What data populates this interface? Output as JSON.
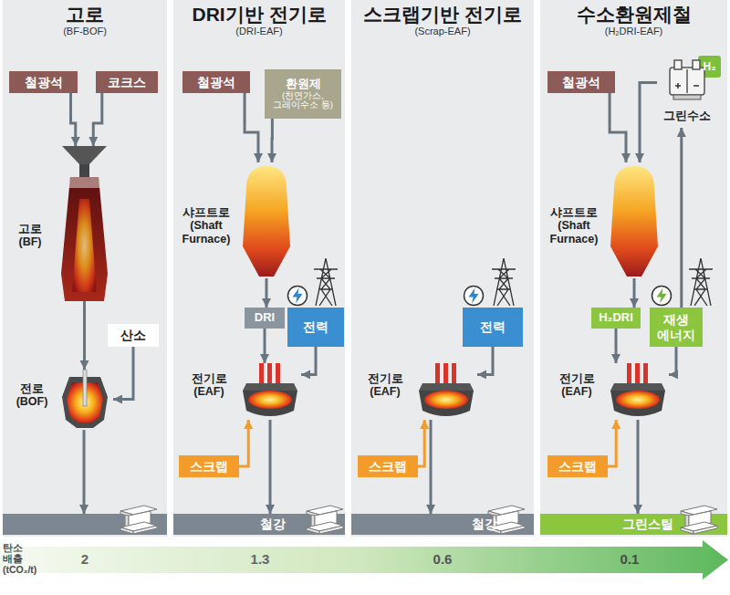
{
  "diagram": {
    "nodes": [
      {
        "text": [
          "고로",
          "(BF-BOF)"
        ]
      },
      {
        "text": [
          "철광석"
        ],
        "in": 0
      },
      {
        "text": [
          "코크스"
        ],
        "in": 0
      },
      {
        "text": [
          "고로 (BF)"
        ],
        "in": 0
      },
      {
        "text": [
          "산소"
        ],
        "in": 0
      },
      {
        "text": [
          "전로 (BOF)"
        ],
        "in": 0
      },
      {
        "text": [
          "DRI기반 전기로",
          "(DRI-EAF)"
        ]
      },
      {
        "text": [
          "철광석"
        ],
        "in": 6
      },
      {
        "text": [
          "환원제",
          "(천연가스, 그레이수소 등)"
        ],
        "in": 6
      },
      {
        "text": [
          "샤프트로 (Shaft Furnace)"
        ],
        "in": 6
      },
      {
        "text": [
          "DRI"
        ],
        "in": 6
      },
      {
        "text": [
          "전력"
        ],
        "in": 6
      },
      {
        "text": [
          "전기로 (EAF)"
        ],
        "in": 6
      },
      {
        "text": [
          "스크랩"
        ],
        "in": 6
      },
      {
        "text": [
          "철강"
        ],
        "in": 6
      },
      {
        "text": [
          "스크랩기반 전기로",
          "(Scrap-EAF)"
        ]
      },
      {
        "text": [
          "전력"
        ],
        "in": 15
      },
      {
        "text": [
          "전기로 (EAF)"
        ],
        "in": 15
      },
      {
        "text": [
          "스크랩"
        ],
        "in": 15
      },
      {
        "text": [
          "철강"
        ],
        "in": 15
      },
      {
        "text": [
          "수소환원제철",
          "(H₂DRI-EAF)"
        ]
      },
      {
        "text": [
          "철광석"
        ],
        "in": 20
      },
      {
        "text": [
          "그린수소"
        ],
        "in": 20
      },
      {
        "text": [
          "샤프트로 (Shaft Furnace)"
        ],
        "in": 20
      },
      {
        "text": [
          "H₂DRI"
        ],
        "in": 20
      },
      {
        "text": [
          "재생 에너지"
        ],
        "in": 20
      },
      {
        "text": [
          "전기로 (EAF)"
        ],
        "in": 20
      },
      {
        "text": [
          "스크랩"
        ],
        "in": 20
      },
      {
        "text": [
          "그린스틸"
        ],
        "in": 20
      }
    ],
    "edges": [
      {
        "from": 1,
        "to": 3,
        "arrow": "to"
      },
      {
        "from": 2,
        "to": 3,
        "arrow": "to"
      },
      {
        "from": 3,
        "to": 5,
        "arrow": "to"
      },
      {
        "from": 4,
        "to": 5,
        "arrow": "to"
      },
      {
        "from": 7,
        "to": 9,
        "arrow": "to"
      },
      {
        "from": 8,
        "to": 9,
        "arrow": "to"
      },
      {
        "from": 9,
        "to": 10,
        "arrow": "to"
      },
      {
        "from": 10,
        "to": 12,
        "arrow": "to"
      },
      {
        "from": 11,
        "to": 12,
        "arrow": "to"
      },
      {
        "from": 13,
        "to": 12,
        "arrow": "to"
      },
      {
        "from": 12,
        "to": 14,
        "arrow": "to"
      },
      {
        "from": 16,
        "to": 17,
        "arrow": "to"
      },
      {
        "from": 18,
        "to": 17,
        "arrow": "to"
      },
      {
        "from": 17,
        "to": 19,
        "arrow": "to"
      },
      {
        "from": 21,
        "to": 23,
        "arrow": "to"
      },
      {
        "from": 22,
        "to": 23,
        "arrow": "to"
      },
      {
        "from": 23,
        "to": 24,
        "arrow": "to"
      },
      {
        "from": 24,
        "to": 26,
        "arrow": "to"
      },
      {
        "from": 25,
        "to": 26,
        "arrow": "to"
      },
      {
        "from": 25,
        "to": 22,
        "arrow": "to"
      },
      {
        "from": 27,
        "to": 26,
        "arrow": "to"
      },
      {
        "from": 26,
        "to": 28,
        "arrow": "to"
      }
    ],
    "labels": [
      "H₂",
      "탄소 배출 (tCO₂/t)",
      "2",
      "1.3",
      "0.6",
      "0.1"
    ]
  }
}
